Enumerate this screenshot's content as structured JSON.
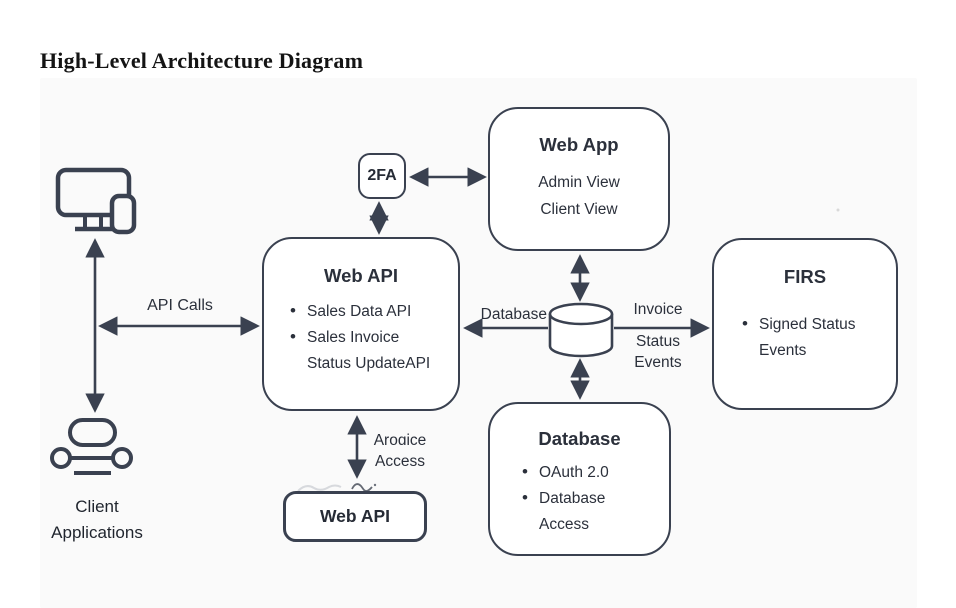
{
  "title": "High-Level Architecture Diagram",
  "colors": {
    "stroke": "#3a4150",
    "text": "#2b303b",
    "canvas_bg": "#fafafa",
    "box_bg": "#ffffff"
  },
  "nodes": {
    "web_app": {
      "title": "Web App",
      "items": [
        "Admin View",
        "Client View"
      ]
    },
    "two_fa": {
      "label": "2FA"
    },
    "web_api": {
      "title": "Web API",
      "bullets": [
        "Sales Data API",
        "Sales Invoice Status UpdateAPI"
      ]
    },
    "firs": {
      "title": "FIRS",
      "bullets": [
        "Signed Status Events"
      ]
    },
    "database_box": {
      "title": "Database",
      "bullets": [
        "OAuth 2.0",
        "Database Access"
      ]
    },
    "web_api_secondary": {
      "title": "Web API"
    },
    "database_cylinder": {
      "icon": "database-cylinder-icon"
    },
    "client_applications": {
      "label_lines": [
        "Client",
        "Applications"
      ]
    }
  },
  "connections": {
    "api_calls": {
      "label": "API Calls"
    },
    "database_link": {
      "label": "Database"
    },
    "invoice_status_events": {
      "lines": [
        "Invoice",
        "Status",
        "Events"
      ]
    },
    "aroice_access": {
      "lines": [
        "Aroɑice",
        "Access"
      ]
    }
  }
}
